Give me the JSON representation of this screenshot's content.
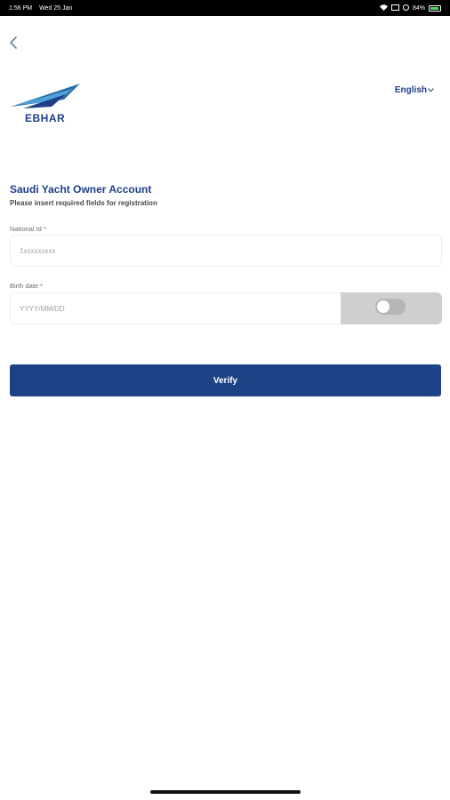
{
  "status_bar": {
    "time": "1:56 PM",
    "date": "Wed 25 Jan",
    "battery_percent": "84%",
    "icons": [
      "wifi-icon",
      "notification-icon",
      "data-icon",
      "battery-icon"
    ]
  },
  "nav": {
    "back_icon": "chevron-left-icon"
  },
  "brand": {
    "logo_text": "EBHAR"
  },
  "language": {
    "label": "English",
    "dropdown_icon": "chevron-down-icon"
  },
  "form": {
    "title": "Saudi Yacht Owner Account",
    "subtitle": "Please insert required fields for registration",
    "national_id": {
      "label": "National Id *",
      "placeholder": "1xxxxxxxxx"
    },
    "birth_date": {
      "label": "Birth date *",
      "placeholder": "YYYY/MM/DD"
    },
    "calendar_toggle_on": false,
    "verify_label": "Verify"
  },
  "colors": {
    "primary": "#1e4286",
    "toggle_box": "#cfcfcf",
    "status_bar": "#000000",
    "battery": "#4cd964"
  }
}
